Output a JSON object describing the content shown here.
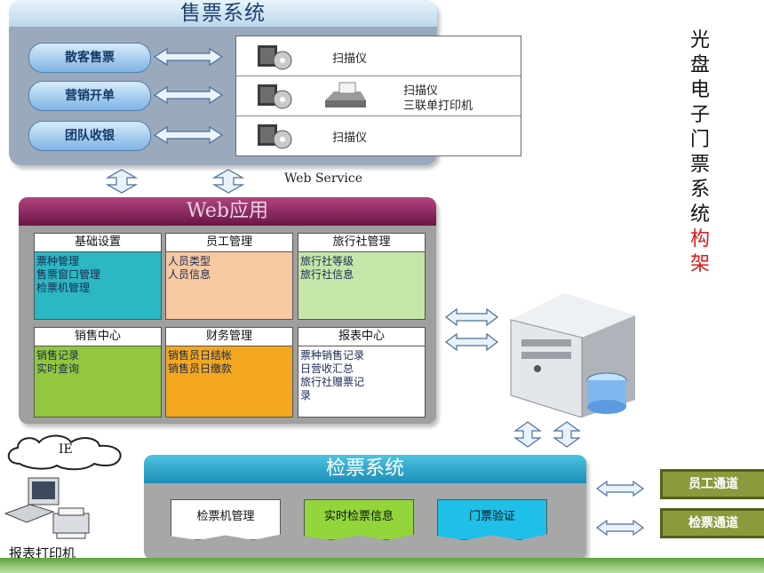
{
  "sales_system": {
    "title": "售票系统",
    "ovals": [
      "散客售票",
      "营销开单",
      "团队收银"
    ],
    "devices": [
      {
        "label": "扫描仪"
      },
      {
        "label1": "扫描仪",
        "label2": "三联单打印机"
      },
      {
        "label": "扫描仪"
      }
    ]
  },
  "web_service_label": "Web Service",
  "web_app": {
    "title": "Web应用",
    "modules": [
      {
        "header": "基础设置",
        "items": [
          "票种管理",
          "售票窗口管理",
          "检票机管理"
        ],
        "color": "#2bb8c2"
      },
      {
        "header": "员工管理",
        "items": [
          "人员类型",
          "人员信息"
        ],
        "color": "#f7c9a0"
      },
      {
        "header": "旅行社管理",
        "items": [
          "旅行社等级",
          "旅行社信息"
        ],
        "color": "#c6e6a9"
      },
      {
        "header": "销售中心",
        "items": [
          "销售记录",
          "实时查询"
        ],
        "color": "#93c73d"
      },
      {
        "header": "财务管理",
        "items": [
          "销售员日结帐",
          "销售员日缴款"
        ],
        "color": "#f4a81f"
      },
      {
        "header": "报表中心",
        "items": [
          "票种销售记录",
          "日营收汇总",
          "旅行社赠票记",
          "录"
        ],
        "color": "#ffffff"
      }
    ]
  },
  "ie_label": "IE",
  "printer_label": "报表打印机",
  "check_system": {
    "title": "检票系统",
    "docs": [
      {
        "label": "检票机管理",
        "color": "#ffffff"
      },
      {
        "label": "实时检票信息",
        "color": "#93d63b"
      },
      {
        "label": "门票验证",
        "color": "#1ec0e8"
      }
    ]
  },
  "channels": [
    "员工通道",
    "检票通道"
  ],
  "vertical_title": {
    "black": [
      "光",
      "盘",
      "电",
      "子",
      "门",
      "票",
      "系",
      "统"
    ],
    "red": [
      "构",
      "架"
    ],
    "black_color": "#111111",
    "red_color": "#e01818"
  }
}
